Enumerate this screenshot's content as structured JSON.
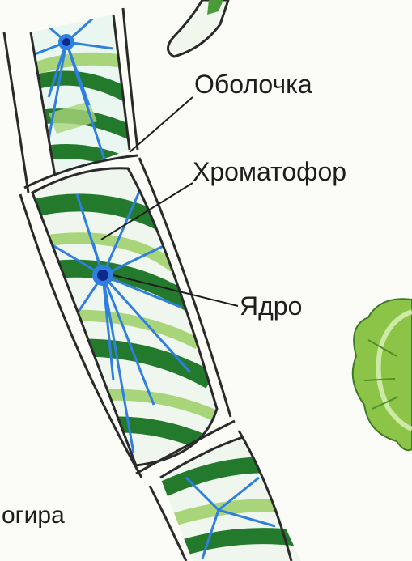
{
  "labels": {
    "cell_wall": "Оболочка",
    "chromatophore": "Хроматофор",
    "nucleus": "Ядро"
  },
  "caption_fragment": "огира",
  "colors": {
    "wall_outline": "#2a2a2a",
    "cell_fill": "#eef6ee",
    "chromatophore_dark": "#237a2c",
    "chromatophore_light": "#a9d57a",
    "nucleus_strands": "#2f7fe0",
    "nucleus_core": "#0d2a8a",
    "neighbor_colony": "#8cc447"
  }
}
